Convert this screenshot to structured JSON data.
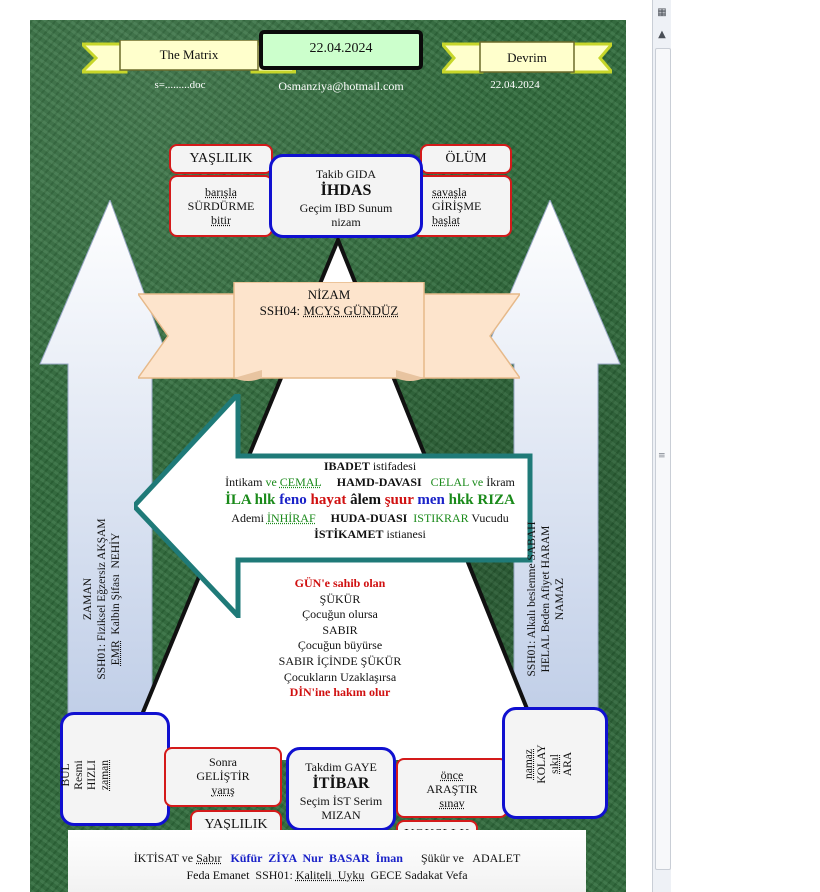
{
  "header": {
    "left_banner": "The Matrix",
    "left_sub": "s=.........doc",
    "center_date": "22.04.2024",
    "center_email": "Osmanziya@hotmail.com",
    "right_banner": "Devrim",
    "right_date": "22.04.2024"
  },
  "top": {
    "left_tab": "YAŞLILIK",
    "left_lines": [
      "barışla",
      "SÜRDÜRME",
      "bitir"
    ],
    "right_tab": "ÖLÜM",
    "right_lines": [
      "savaşla",
      "GİRİŞME",
      "başlat"
    ],
    "center_line1": "Takib GIDA",
    "center_line2": "İHDAS",
    "center_line3": "Geçim IBD Sunum",
    "center_line4": "nizam"
  },
  "scroll_banner": {
    "line1": "NİZAM",
    "line2_prefix": "SSH04: ",
    "line2_link": "MCYS  GÜNDÜZ"
  },
  "arrow_text": {
    "l1_bold": "IBADET",
    "l1_rest": " istifadesi",
    "l2_a": "İntikam ",
    "l2_b": "ve ",
    "l2_c": "CEMAL",
    "l2_d": "     HAMD-DAVASI",
    "l2_e": "   CELAL",
    "l2_f": " ve ",
    "l2_g": "İkram",
    "l3_a": "İLA hlk ",
    "l3_b": "feno ",
    "l3_c": "hayat ",
    "l3_d": "âlem ",
    "l3_e": "şuur ",
    "l3_f": "men ",
    "l3_g": "hkk RIZA",
    "l4_a": "Ademi ",
    "l4_b": "İNHİRAF",
    "l4_c": "     HUDA-DUASI",
    "l4_d": "  ISTIKRAR",
    "l4_e": " Vucudu",
    "l5_bold": "İSTİKAMET",
    "l5_rest": " istianesi"
  },
  "triangle_text": [
    "GÜN'e sahib olan",
    "ŞÜKÜR",
    "Çocuğun olursa",
    "SABIR",
    "Çocuğun büyürse",
    "SABIR İÇİNDE ŞÜKÜR",
    "Çocukların Uzaklaşırsa",
    "DİN'ine hakım olur"
  ],
  "left_pillar": {
    "line1": "ZAMAN",
    "line2": "SSH01: Fiziksel Eğzersiz AKŞAM",
    "line3_link": "EMR",
    "line3_rest": "  Kalbin Şifası  NEHİY"
  },
  "right_pillar": {
    "line1": "SSH01: Alkalı beslenme  SABAH",
    "line2": "HELAL Beden Afiyet HARAM",
    "line3": "NAMAZ"
  },
  "bottom": {
    "left_blue": [
      "BUL",
      "Resmi",
      "HIZLI",
      "zaman"
    ],
    "left_red": [
      "Sonra",
      "GELİŞTİR",
      "yarış"
    ],
    "left_tab": "YAŞLILIK",
    "center_line1": "Takdim GAYE",
    "center_line2": "İTİBAR",
    "center_line3": "Seçim İST Serim",
    "center_line4": "MIZAN",
    "right_red": [
      "önce",
      "ARAŞTIR",
      "sınav"
    ],
    "right_tab": "YOKSLLK",
    "right_blue": [
      "namaz",
      "KOLAY",
      "sıkıl",
      "ARA"
    ]
  },
  "footer": {
    "l1_a": "İKTİSAT ve ",
    "l1_b": "Sabır",
    "l1_c": "   Küfür  ZİYA  Nur  BASAR  İman",
    "l1_d": "      Şükür ve   ADALET",
    "l2_a": "Feda Emanet  SSH01: ",
    "l2_b": "Kaliteli  Uyku",
    "l2_c": "  GECE Sadakat Vefa"
  },
  "colors": {
    "background": "#2f6b3b",
    "banner_fill": "#ffffcc",
    "banner_outline": "#c7d62a",
    "date_fill": "#ccffcc",
    "scroll_fill": "#fde4cc",
    "arrow_border": "#1f7a78",
    "pillar_fill": "#d6dff0",
    "red_border": "#d41a1a",
    "blue_border": "#1010d0"
  }
}
